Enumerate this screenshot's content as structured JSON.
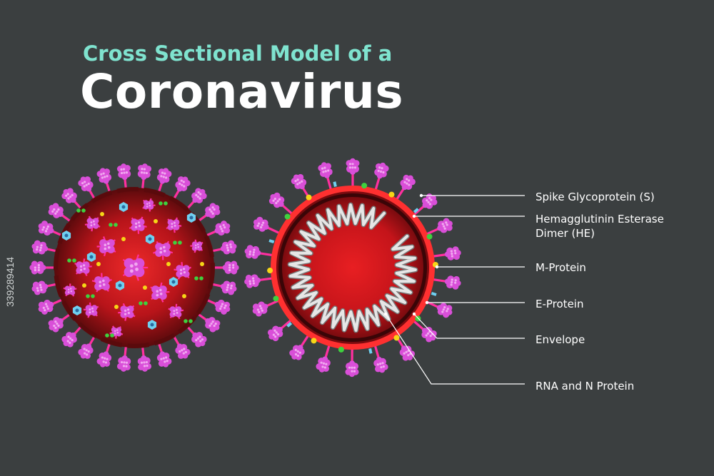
{
  "title": {
    "subtitle": "Cross Sectional Model of a",
    "main": "Coronavirus"
  },
  "labels": [
    {
      "id": "spike",
      "lines": [
        "Spike Glycoprotein (S)"
      ]
    },
    {
      "id": "he",
      "lines": [
        "Hemagglutinin Esterase",
        "Dimer (HE)"
      ]
    },
    {
      "id": "m",
      "lines": [
        "M-Protein"
      ]
    },
    {
      "id": "e",
      "lines": [
        "E-Protein"
      ]
    },
    {
      "id": "envelope",
      "lines": [
        "Envelope"
      ]
    },
    {
      "id": "rna",
      "lines": [
        "RNA and N Protein"
      ]
    }
  ],
  "stock_id": "339289414",
  "colors": {
    "background": "#3b3f40",
    "subtitle": "#7fe3cf",
    "virus_core": "#c8161d",
    "virus_dark": "#5a0a0c",
    "spike": "#d94fd8",
    "spike_light": "#f1a8f0",
    "stem": "#ff2f9f",
    "m_protein": "#3ed13e",
    "e_protein": "#f6d617",
    "he": "#6fd0f0",
    "envelope": "#ff3030",
    "rna": "#e6e6e6",
    "leader": "#ffffff"
  }
}
